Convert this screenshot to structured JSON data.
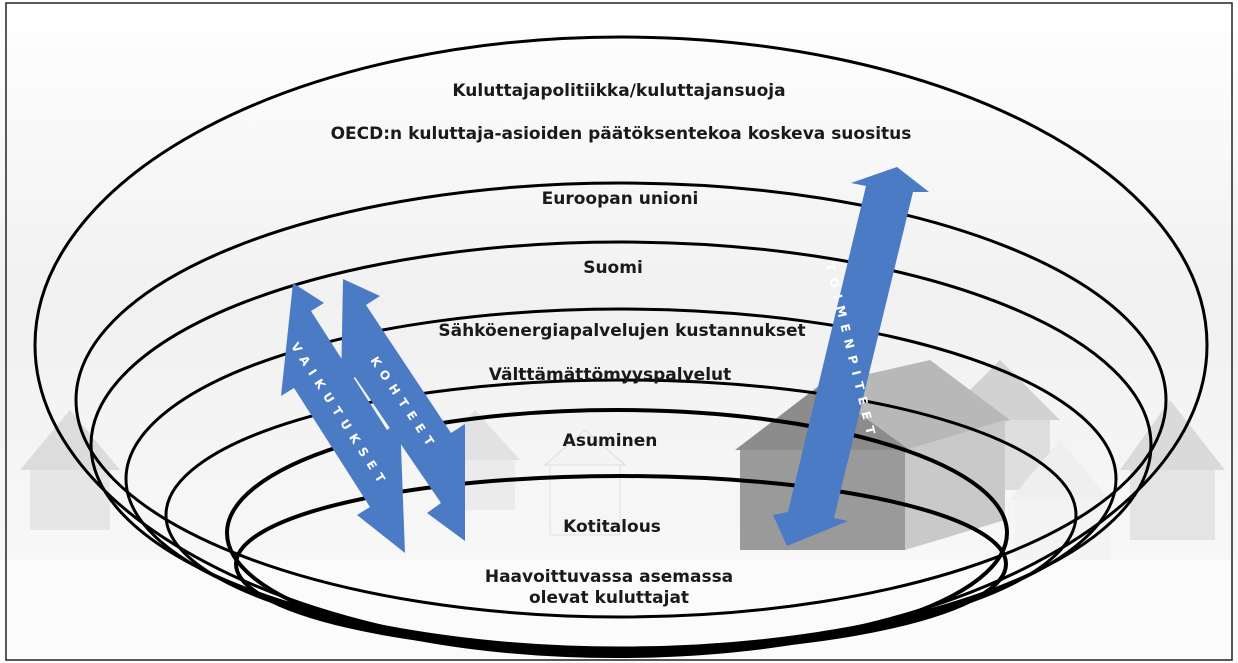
{
  "colors": {
    "arrow": "#4a7bc4",
    "background_gray": "#e9e9e9",
    "house_dark": "#8f8f8f",
    "ellipse_stroke": "#000000"
  },
  "levels": [
    {
      "id": "l1",
      "lines": [
        "Kuluttajapolitiikka/kuluttajansuoja"
      ]
    },
    {
      "id": "l1b",
      "lines": [
        "OECD:n kuluttaja-asioiden päätöksentekoa koskeva suositus"
      ]
    },
    {
      "id": "l2",
      "lines": [
        "Euroopan unioni"
      ]
    },
    {
      "id": "l3",
      "lines": [
        "Suomi"
      ]
    },
    {
      "id": "l4",
      "lines": [
        "Sähköenergiapalvelujen kustannukset"
      ]
    },
    {
      "id": "l5",
      "lines": [
        "Välttämättömyyspalvelut"
      ]
    },
    {
      "id": "l6",
      "lines": [
        "Asuminen"
      ]
    },
    {
      "id": "l7",
      "lines": [
        "Kotitalous"
      ]
    },
    {
      "id": "l8",
      "lines": [
        "Haavoittuvassa asemassa",
        "olevat kuluttajat"
      ]
    }
  ],
  "arrows": [
    {
      "id": "vaikutukset",
      "text": "VAIKUTUKSET"
    },
    {
      "id": "kohteet",
      "text": "KOHTEET"
    },
    {
      "id": "toimenpiteet",
      "text": "TOIMENPITEET"
    }
  ]
}
